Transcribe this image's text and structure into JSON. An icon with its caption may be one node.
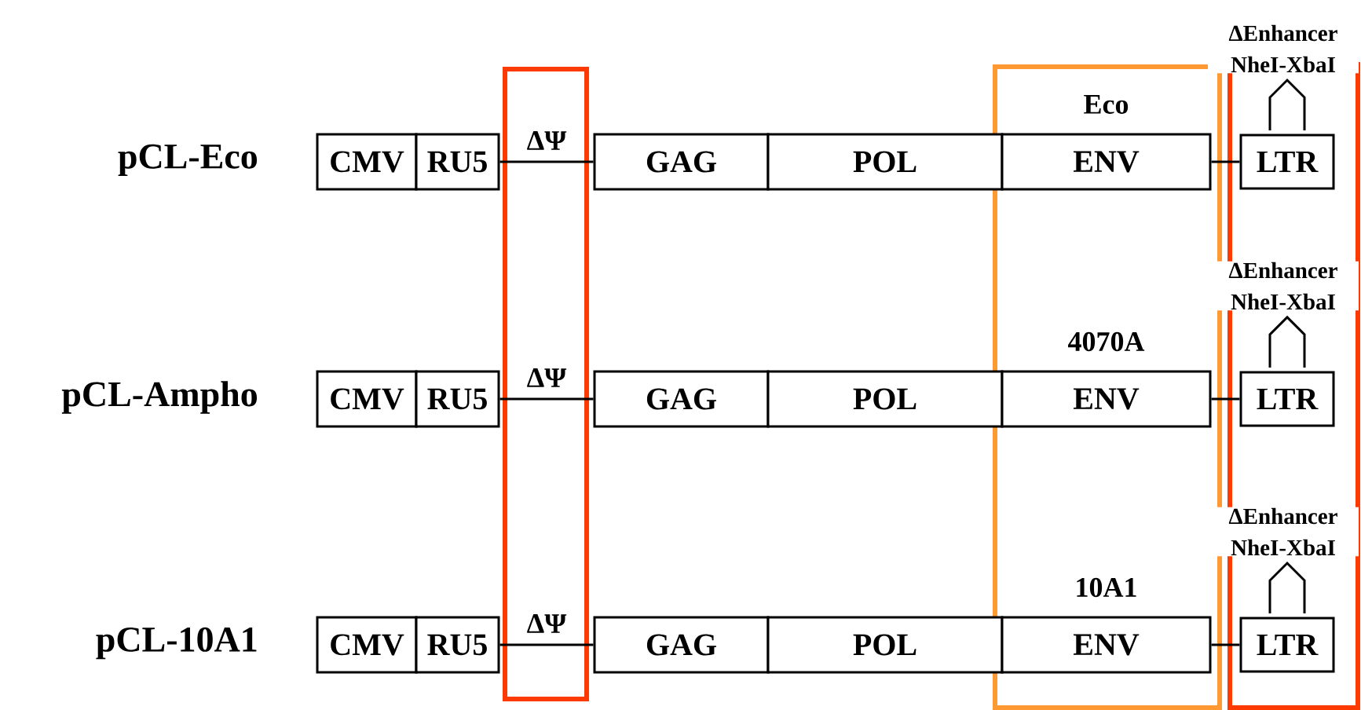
{
  "diagram": {
    "nodes": [
      {
        "text": [
          "CMV"
        ]
      },
      {
        "text": [
          "RU5"
        ]
      },
      {
        "text": [
          "GAG"
        ]
      },
      {
        "text": [
          "POL"
        ]
      },
      {
        "text": [
          "ENV"
        ],
        "beside": [
          "Eco"
        ]
      },
      {
        "text": [
          "LTR"
        ],
        "beside": [
          "ΔEnhancer NheI-XbaI"
        ]
      },
      {
        "text": [
          "CMV"
        ]
      },
      {
        "text": [
          "RU5"
        ]
      },
      {
        "text": [
          "GAG"
        ]
      },
      {
        "text": [
          "POL"
        ]
      },
      {
        "text": [
          "ENV"
        ],
        "beside": [
          "4070A"
        ]
      },
      {
        "text": [
          "LTR"
        ],
        "beside": [
          "ΔEnhancer NheI-XbaI"
        ]
      },
      {
        "text": [
          "CMV"
        ]
      },
      {
        "text": [
          "RU5"
        ]
      },
      {
        "text": [
          "GAG"
        ]
      },
      {
        "text": [
          "POL"
        ]
      },
      {
        "text": [
          "ENV"
        ],
        "beside": [
          "10A1"
        ]
      },
      {
        "text": [
          "LTR"
        ],
        "beside": [
          "ΔEnhancer NheI-XbaI"
        ]
      }
    ],
    "edges": [
      {
        "from": 1,
        "to": 2,
        "arrow": "none",
        "label": "ΔΨ"
      },
      {
        "from": 4,
        "to": 5,
        "arrow": "none"
      },
      {
        "from": 7,
        "to": 8,
        "arrow": "none",
        "label": "ΔΨ"
      },
      {
        "from": 10,
        "to": 11,
        "arrow": "none"
      },
      {
        "from": 13,
        "to": 14,
        "arrow": "none",
        "label": "ΔΨ"
      },
      {
        "from": 16,
        "to": 17,
        "arrow": "none"
      }
    ],
    "labels": [
      "pCL-Eco",
      "pCL-Ampho",
      "pCL-10A1"
    ]
  }
}
